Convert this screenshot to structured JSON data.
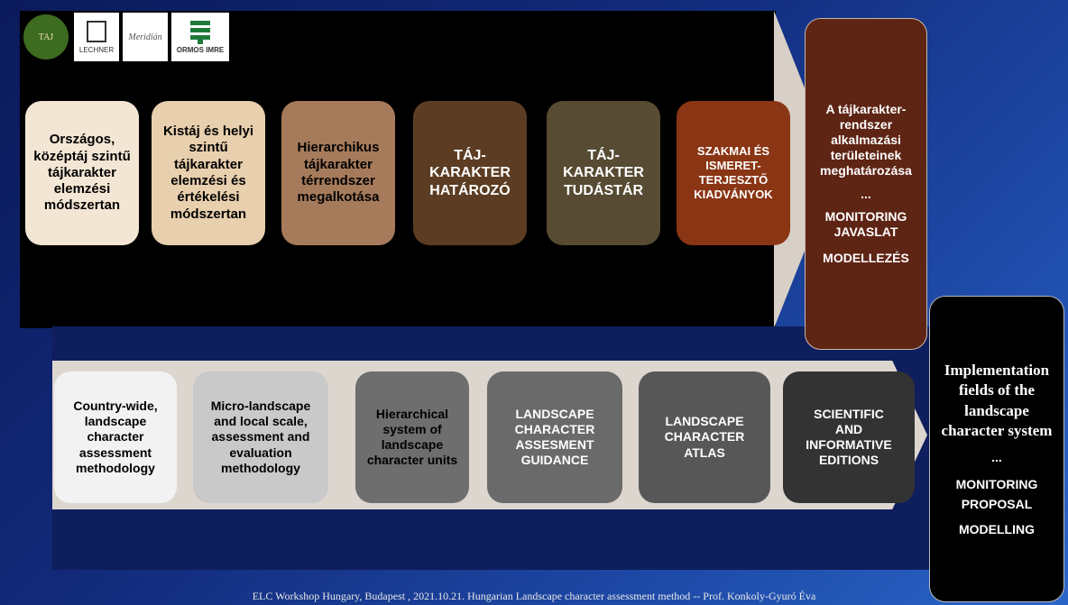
{
  "logos": {
    "tal": "TAJ",
    "lechner": "LECHNER",
    "meridian": "Meridián",
    "ormos": "ORMOS IMRE"
  },
  "hu_boxes": [
    {
      "text": "Országos, középtáj szintű tájkarakter elemzési módszertan",
      "bg": "#f4e6d4",
      "color": "#000000"
    },
    {
      "text": "Kistáj és helyi szintű tájkarakter elemzési és értékelési módszertan",
      "bg": "#e8cfad",
      "color": "#000000"
    },
    {
      "text": "Hierarchikus tájkarakter térrendszer megalkotása",
      "bg": "#a67b5b",
      "color": "#000000"
    },
    {
      "text": "TÁJ-KARAKTER HATÁROZÓ",
      "bg": "#5c3d23",
      "color": "#ffffff"
    },
    {
      "text": "TÁJ-KARAKTER TUDÁSTÁR",
      "bg": "#574b34",
      "color": "#ffffff"
    },
    {
      "text": "SZAKMAI ÉS ISMERET-TERJESZTŐ KIADVÁNYOK",
      "bg": "#8a3514",
      "color": "#ffffff"
    }
  ],
  "hu_right": {
    "main": "A tájkarakter-rendszer alkalmazási területeinek meghatározása",
    "ellipsis": "...",
    "line1": "MONITORING JAVASLAT",
    "line2": "MODELLEZÉS"
  },
  "en_boxes": [
    {
      "text": "Country-wide, landscape character assessment methodology",
      "bg": "#f2f2f2",
      "color": "#000000"
    },
    {
      "text": "Micro-landscape and local scale, assessment and evaluation methodology",
      "bg": "#c9c9c9",
      "color": "#000000"
    },
    {
      "text": "Hierarchical system of landscape character units",
      "bg": "#6e6e6e",
      "color": "#000000"
    },
    {
      "text": "LANDSCAPE CHARACTER ASSESMENT GUIDANCE",
      "bg": "#6a6a6a",
      "color": "#ffffff"
    },
    {
      "text": "LANDSCAPE CHARACTER ATLAS",
      "bg": "#575757",
      "color": "#ffffff"
    },
    {
      "text": "SCIENTIFIC AND INFORMATIVE EDITIONS",
      "bg": "#333333",
      "color": "#ffffff"
    }
  ],
  "en_right": {
    "main": "Implementation fields of the landscape character system",
    "ellipsis": "...",
    "line1": "MONITORING PROPOSAL",
    "line2": "MODELLING"
  },
  "footer": "ELC Workshop Hungary, Budapest , 2021.10.21. Hungarian Landscape character assessment method -- Prof. Konkoly-Gyuró Éva"
}
